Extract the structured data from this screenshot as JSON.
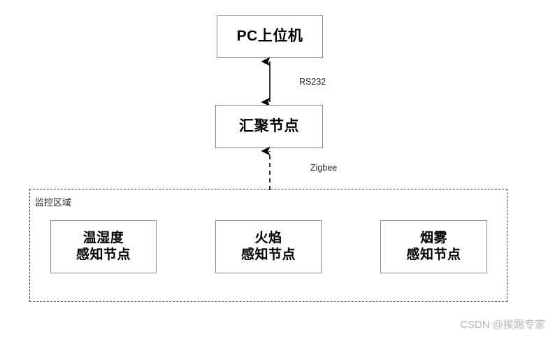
{
  "diagram": {
    "nodes": {
      "pc": {
        "label": "PC上位机"
      },
      "sink": {
        "label": "汇聚节点"
      },
      "temp_humidity": {
        "line1": "温湿度",
        "line2": "感知节点"
      },
      "flame": {
        "line1": "火焰",
        "line2": "感知节点"
      },
      "smoke": {
        "line1": "烟雾",
        "line2": "感知节点"
      }
    },
    "container": {
      "label": "监控区域"
    },
    "connections": {
      "rs232": {
        "label": "RS232",
        "style": "solid",
        "arrows": "double"
      },
      "zigbee": {
        "label": "Zigbee",
        "style": "dashed",
        "arrows": "up"
      }
    },
    "colors": {
      "node_border": "#8c8c8c",
      "container_border": "#3a3a3a",
      "connector": "#000000",
      "text": "#000000",
      "watermark": "#b6b6b6",
      "background": "#ffffff"
    }
  },
  "watermark": {
    "text": "CSDN @挨踢专家"
  }
}
